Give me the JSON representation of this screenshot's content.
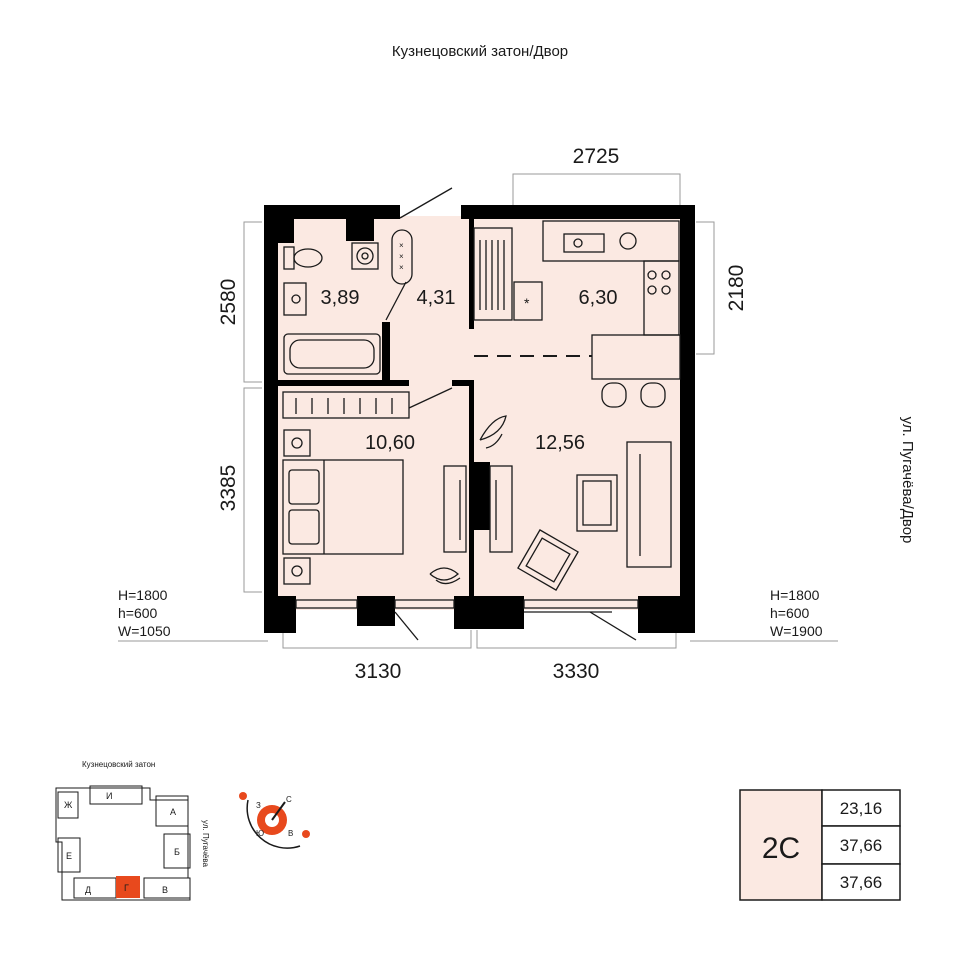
{
  "header": {
    "orientation_top": "Кузнецовский затон/Двор"
  },
  "side": {
    "orientation_right": "ул. Пугачёва/Двор"
  },
  "rooms": [
    {
      "id": "bathroom",
      "area": "3,89"
    },
    {
      "id": "hallway",
      "area": "4,31"
    },
    {
      "id": "kitchen",
      "area": "6,30"
    },
    {
      "id": "bedroom",
      "area": "10,60"
    },
    {
      "id": "living",
      "area": "12,56"
    }
  ],
  "dimensions": {
    "top": "2725",
    "left_upper": "2580",
    "left_lower": "3385",
    "right_upper": "2180",
    "bottom_left": "3130",
    "bottom_right": "3330"
  },
  "windows": {
    "left": {
      "H": "H=1800",
      "h": "h=600",
      "W": "W=1050"
    },
    "right": {
      "H": "H=1800",
      "h": "h=600",
      "W": "W=1900"
    }
  },
  "site_plan": {
    "title": "Кузнецовский затон",
    "street": "ул. Пугачёва",
    "sections": [
      "Ж",
      "И",
      "А",
      "Е",
      "Б",
      "Д",
      "Г",
      "В"
    ],
    "highlight": "Г",
    "highlight_color": "#e8491d"
  },
  "compass": {
    "n": "С",
    "s": "Ю",
    "e": "В",
    "w": "З",
    "accent": "#e8491d"
  },
  "summary": {
    "type": "2С",
    "living_area": "23,16",
    "total_area": "37,66",
    "total_area_2": "37,66"
  },
  "colors": {
    "floor": "#fbe9e2",
    "wall": "#000000",
    "accent": "#e8491d",
    "badge": "#fbe9e2"
  }
}
